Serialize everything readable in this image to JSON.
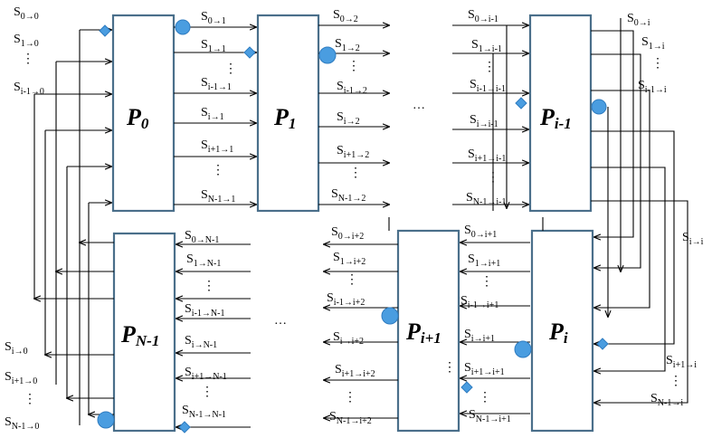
{
  "processors": [
    {
      "id": "p0",
      "base": "P",
      "sub": "0"
    },
    {
      "id": "p1",
      "base": "P",
      "sub": "1"
    },
    {
      "id": "pim1",
      "base": "P",
      "sub": "i-1"
    },
    {
      "id": "pn1",
      "base": "P",
      "sub": "N-1"
    },
    {
      "id": "pip1",
      "base": "P",
      "sub": "i+1"
    },
    {
      "id": "pi",
      "base": "P",
      "sub": "i"
    }
  ],
  "labels": [
    {
      "s": "S",
      "sub": "0→0"
    },
    {
      "s": "S",
      "sub": "1→0"
    },
    {
      "s": "⋮",
      "sub": ""
    },
    {
      "s": "S",
      "sub": "i-1→0"
    },
    {
      "s": "S",
      "sub": "i→0"
    },
    {
      "s": "S",
      "sub": "i+1→0"
    },
    {
      "s": "⋮",
      "sub": ""
    },
    {
      "s": "S",
      "sub": "N-1→0"
    },
    {
      "s": "S",
      "sub": "0→1"
    },
    {
      "s": "S",
      "sub": "1→1"
    },
    {
      "s": "⋮",
      "sub": ""
    },
    {
      "s": "S",
      "sub": "i-1→1"
    },
    {
      "s": "S",
      "sub": "i→1"
    },
    {
      "s": "S",
      "sub": "i+1→1"
    },
    {
      "s": "⋮",
      "sub": ""
    },
    {
      "s": "S",
      "sub": "N-1→1"
    },
    {
      "s": "S",
      "sub": "0→2"
    },
    {
      "s": "S",
      "sub": "1→2"
    },
    {
      "s": "⋮",
      "sub": ""
    },
    {
      "s": "S",
      "sub": "i-1→2"
    },
    {
      "s": "S",
      "sub": "i→2"
    },
    {
      "s": "S",
      "sub": "i+1→2"
    },
    {
      "s": "⋮",
      "sub": ""
    },
    {
      "s": "S",
      "sub": "N-1→2"
    },
    {
      "s": "S",
      "sub": "0→i-1"
    },
    {
      "s": "S",
      "sub": "1→i-1"
    },
    {
      "s": "⋮",
      "sub": ""
    },
    {
      "s": "S",
      "sub": "i-1→i-1"
    },
    {
      "s": "S",
      "sub": "i→i-1"
    },
    {
      "s": "S",
      "sub": "i+1→i-1"
    },
    {
      "s": "⋮",
      "sub": ""
    },
    {
      "s": "S",
      "sub": "N-1→i-1"
    },
    {
      "s": "S",
      "sub": "0→i"
    },
    {
      "s": "S",
      "sub": "1→i"
    },
    {
      "s": "⋮",
      "sub": ""
    },
    {
      "s": "S",
      "sub": "i-1→i"
    },
    {
      "s": "S",
      "sub": "i→i"
    },
    {
      "s": "S",
      "sub": "i+1→i"
    },
    {
      "s": "⋮",
      "sub": ""
    },
    {
      "s": "S",
      "sub": "N-1→i"
    },
    {
      "s": "S",
      "sub": "0→N-1"
    },
    {
      "s": "S",
      "sub": "1→N-1"
    },
    {
      "s": "⋮",
      "sub": ""
    },
    {
      "s": "S",
      "sub": "i-1→N-1"
    },
    {
      "s": "S",
      "sub": "i→N-1"
    },
    {
      "s": "S",
      "sub": "i+1→N-1"
    },
    {
      "s": "⋮",
      "sub": ""
    },
    {
      "s": "S",
      "sub": "N-1→N-1"
    },
    {
      "s": "S",
      "sub": "0→i+2"
    },
    {
      "s": "S",
      "sub": "1→i+2"
    },
    {
      "s": "⋮",
      "sub": ""
    },
    {
      "s": "S",
      "sub": "i-1→i+2"
    },
    {
      "s": "S",
      "sub": "i→i+2"
    },
    {
      "s": "S",
      "sub": "i+1→i+2"
    },
    {
      "s": "⋮",
      "sub": ""
    },
    {
      "s": "S",
      "sub": "N-1→i+2"
    },
    {
      "s": "S",
      "sub": "0→i+1"
    },
    {
      "s": "S",
      "sub": "1→i+1"
    },
    {
      "s": "⋮",
      "sub": ""
    },
    {
      "s": "S",
      "sub": "i-1→i+1"
    },
    {
      "s": "S",
      "sub": "i→i+1"
    },
    {
      "s": "S",
      "sub": "i+1→i+1"
    },
    {
      "s": "⋮",
      "sub": ""
    },
    {
      "s": "S",
      "sub": "N-1→i+1"
    },
    {
      "s": "…",
      "sub": ""
    },
    {
      "s": "…",
      "sub": ""
    },
    {
      "s": "⋮",
      "sub": ""
    }
  ],
  "colors": {
    "box_stroke": "#4a6f8a",
    "marker_fill": "#4a9de0"
  },
  "markers": [
    "circle-marker",
    "diamond-marker"
  ]
}
